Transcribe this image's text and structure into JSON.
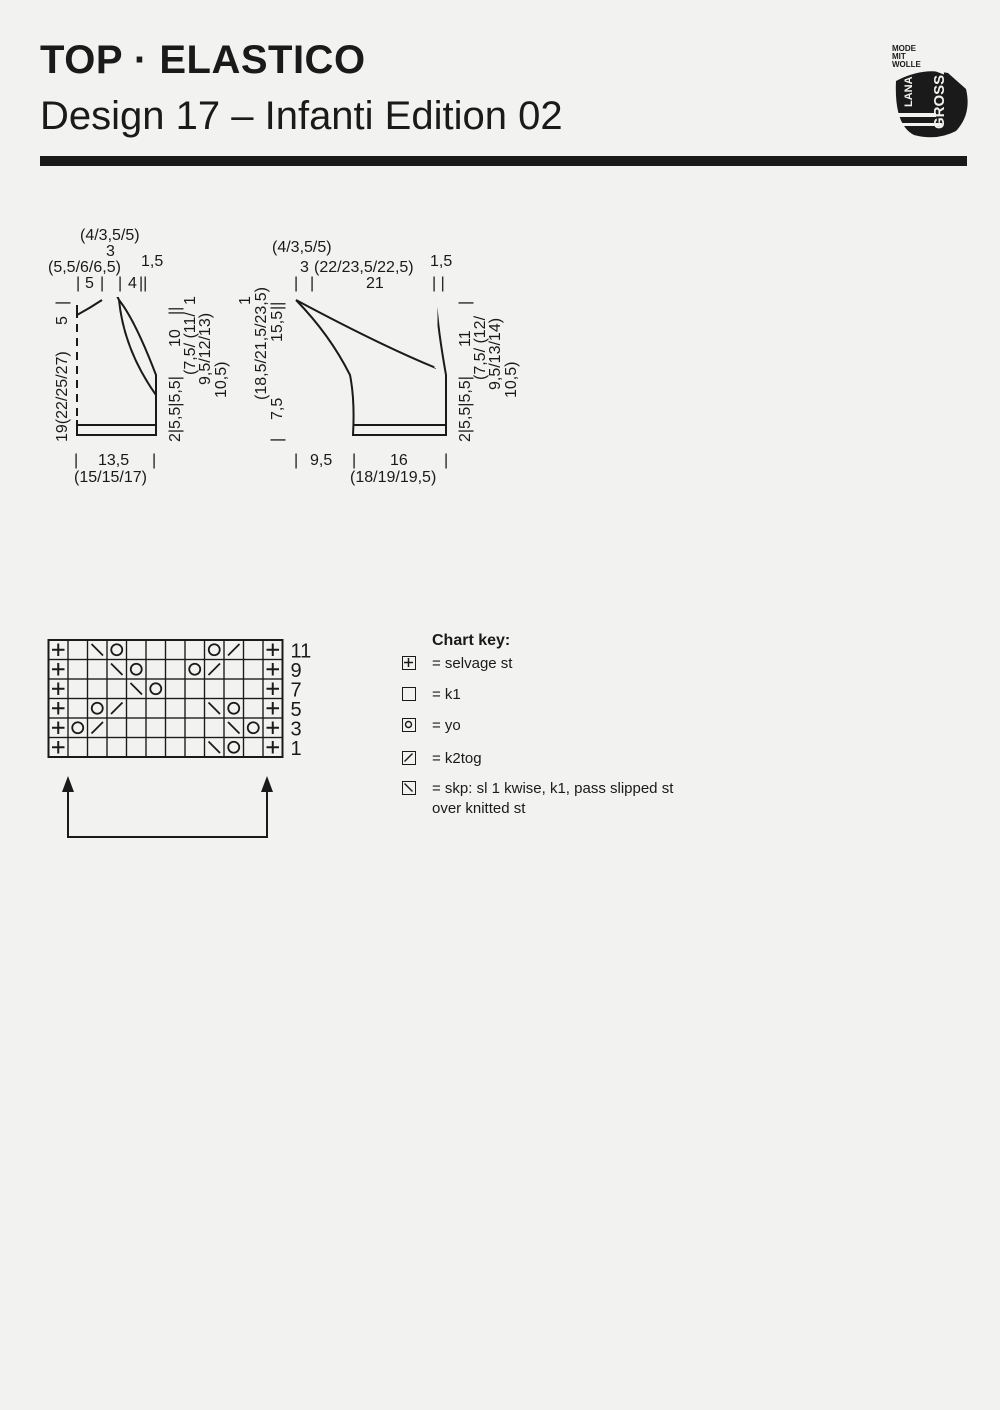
{
  "header": {
    "title": "TOP · ELASTICO",
    "subtitle": "Design 17 – Infanti Edition 02",
    "logo": {
      "line1": "MODE",
      "line2": "MIT",
      "line3": "WOLLE",
      "brand1": "LANA",
      "brand2": "GROSSA"
    }
  },
  "schematic_front": {
    "neck_width": "(4/3,5/5)",
    "neck_width_2": "3",
    "shoulder_left": "(5,5/6/6,5)",
    "edge_top": "1,5",
    "shoulder_left_2": "5",
    "shoulder_right_2": "4",
    "neck_depth": "5",
    "side_height": "19(22/25/27)",
    "armhole": "10",
    "armhole_alt": "(7,5/ (11/",
    "armhole_alt2": "9,5/12/13)",
    "armhole_alt3": "10,5)",
    "rib_height": "2|5,5|5,5|",
    "one": "1",
    "width": "13,5",
    "width_alt": "(15/15/17)"
  },
  "schematic_back": {
    "neck_width": "(4/3,5/5)",
    "neck_width_2": "3",
    "width_top": "(22/23,5/22,5)",
    "width_top_2": "21",
    "edge_top": "1,5",
    "height_alt": "(18,5/21,5/23,5)",
    "height": "15,5",
    "height_low": "7,5",
    "one": "1",
    "armhole": "11",
    "armhole_alt": "(7,5/ (12/",
    "armhole_alt2": "9,5/13/14)",
    "armhole_alt3": "10,5)",
    "rib_height": "2|5,5|5,5|",
    "sleeve": "9,5",
    "width": "16",
    "width_alt": "(18/19/19,5)"
  },
  "knit_chart": {
    "row_labels": [
      "11",
      "9",
      "7",
      "5",
      "3",
      "1"
    ],
    "rows": [
      "+.\\o....o/.+",
      "+..\\o..o/..+",
      "+...\\o.....+",
      "+.o/....\\o.+",
      "+o/......\\o+",
      "+.......\\o.+"
    ]
  },
  "chart_key": {
    "title": "Chart key:",
    "items": [
      {
        "symbol": "selvage-icon",
        "text": "= selvage st"
      },
      {
        "symbol": "knit-icon",
        "text": "= k1"
      },
      {
        "symbol": "yarn-over-icon",
        "text": "= yo"
      },
      {
        "symbol": "k2tog-icon",
        "text": "= k2tog"
      },
      {
        "symbol": "skp-icon",
        "text": "= skp: sl 1 kwise, k1, pass slipped st over knitted st"
      }
    ]
  },
  "colors": {
    "ink": "#1a1a1a",
    "paper": "#f2f2f0"
  }
}
